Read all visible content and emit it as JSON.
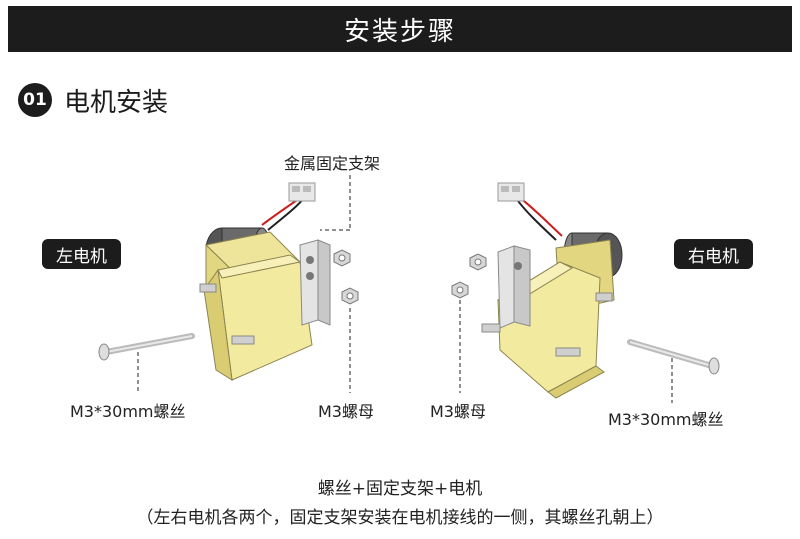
{
  "header": {
    "title": "安装步骤"
  },
  "step": {
    "number": "01",
    "title": "电机安装"
  },
  "tags": {
    "left_motor": "左电机",
    "right_motor": "右电机"
  },
  "labels": {
    "bracket": "金属固定支架",
    "screw_left": "M3*30mm螺丝",
    "nut_left": "M3螺母",
    "nut_right": "M3螺母",
    "screw_right": "M3*30mm螺丝"
  },
  "caption": {
    "line1": "螺丝+固定支架+电机",
    "line2": "（左右电机各两个，固定支架安装在电机接线的一侧，其螺丝孔朝上）"
  }
}
